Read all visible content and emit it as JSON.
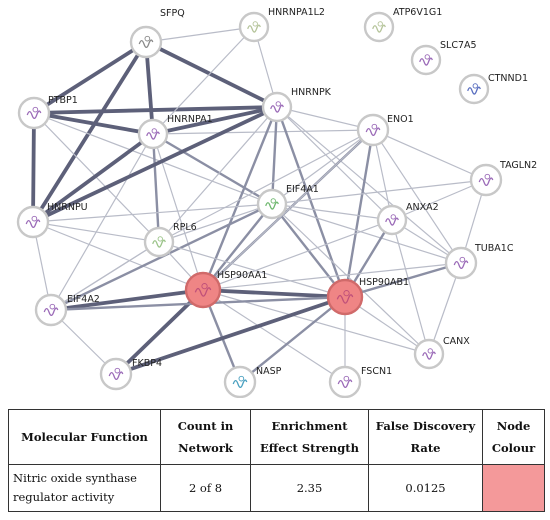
{
  "network": {
    "nodes": [
      {
        "id": "SFPQ",
        "label": "SFPQ",
        "color": "#ffffff",
        "glyph": "#8a8a8a"
      },
      {
        "id": "HNRNPA1L2",
        "label": "HNRNPA1L2",
        "color": "#ffffff",
        "glyph": "#b5c49a"
      },
      {
        "id": "ATP6V1G1",
        "label": "ATP6V1G1",
        "color": "#ffffff",
        "glyph": "#b5c49a"
      },
      {
        "id": "SLC7A5",
        "label": "SLC7A5",
        "color": "#ffffff",
        "glyph": "#9b6bb8"
      },
      {
        "id": "CTNND1",
        "label": "CTNND1",
        "color": "#ffffff",
        "glyph": "#5a6fc0"
      },
      {
        "id": "PTBP1",
        "label": "PTBP1",
        "color": "#ffffff",
        "glyph": "#9b6bb8"
      },
      {
        "id": "HNRNPK",
        "label": "HNRNPK",
        "color": "#ffffff",
        "glyph": "#9b6bb8"
      },
      {
        "id": "HNRNPA1",
        "label": "HNRNPA1",
        "color": "#ffffff",
        "glyph": "#9b6bb8"
      },
      {
        "id": "ENO1",
        "label": "ENO1",
        "color": "#ffffff",
        "glyph": "#9b6bb8"
      },
      {
        "id": "TAGLN2",
        "label": "TAGLN2",
        "color": "#ffffff",
        "glyph": "#9b6bb8"
      },
      {
        "id": "EIF4A1",
        "label": "EIF4A1",
        "color": "#ffffff",
        "glyph": "#6fb86f"
      },
      {
        "id": "HNRNPU",
        "label": "HNRNPU",
        "color": "#ffffff",
        "glyph": "#9b6bb8"
      },
      {
        "id": "ANXA2",
        "label": "ANXA2",
        "color": "#ffffff",
        "glyph": "#9b6bb8"
      },
      {
        "id": "RPL6",
        "label": "RPL6",
        "color": "#ffffff",
        "glyph": "#9cc48a"
      },
      {
        "id": "TUBA1C",
        "label": "TUBA1C",
        "color": "#ffffff",
        "glyph": "#9b6bb8"
      },
      {
        "id": "HSP90AA1",
        "label": "HSP90AA1",
        "color": "#ef8585",
        "glyph": "#c0507a"
      },
      {
        "id": "HSP90AB1",
        "label": "HSP90AB1",
        "color": "#ef8585",
        "glyph": "#c0507a"
      },
      {
        "id": "EIF4A2",
        "label": "EIF4A2",
        "color": "#ffffff",
        "glyph": "#9b6bb8"
      },
      {
        "id": "CANX",
        "label": "CANX",
        "color": "#ffffff",
        "glyph": "#9b6bb8"
      },
      {
        "id": "FKBP4",
        "label": "FKBP4",
        "color": "#ffffff",
        "glyph": "#9b6bb8"
      },
      {
        "id": "NASP",
        "label": "NASP",
        "color": "#ffffff",
        "glyph": "#4aa0c0"
      },
      {
        "id": "FSCN1",
        "label": "FSCN1",
        "color": "#ffffff",
        "glyph": "#9b6bb8"
      }
    ],
    "edges": [
      [
        "SFPQ",
        "PTBP1",
        3
      ],
      [
        "SFPQ",
        "HNRNPU",
        3
      ],
      [
        "SFPQ",
        "HNRNPA1",
        3
      ],
      [
        "SFPQ",
        "HNRNPK",
        3
      ],
      [
        "SFPQ",
        "HNRNPA1L2",
        1
      ],
      [
        "PTBP1",
        "HNRNPU",
        3
      ],
      [
        "PTBP1",
        "HNRNPA1",
        3
      ],
      [
        "PTBP1",
        "HNRNPK",
        3
      ],
      [
        "PTBP1",
        "EIF4A1",
        1
      ],
      [
        "PTBP1",
        "RPL6",
        1
      ],
      [
        "HNRNPA1",
        "HNRNPK",
        3
      ],
      [
        "HNRNPA1",
        "HNRNPU",
        3
      ],
      [
        "HNRNPA1",
        "EIF4A1",
        2
      ],
      [
        "HNRNPA1",
        "RPL6",
        2
      ],
      [
        "HNRNPA1",
        "HSP90AA1",
        1
      ],
      [
        "HNRNPA1",
        "EIF4A2",
        1
      ],
      [
        "HNRNPA1",
        "HNRNPA1L2",
        1
      ],
      [
        "HNRNPA1",
        "ENO1",
        1
      ],
      [
        "HNRNPK",
        "HNRNPU",
        3
      ],
      [
        "HNRNPK",
        "EIF4A1",
        2
      ],
      [
        "HNRNPK",
        "HSP90AA1",
        2
      ],
      [
        "HNRNPK",
        "HSP90AB1",
        2
      ],
      [
        "HNRNPK",
        "ENO1",
        1
      ],
      [
        "HNRNPK",
        "RPL6",
        1
      ],
      [
        "HNRNPK",
        "ANXA2",
        1
      ],
      [
        "HNRNPK",
        "TUBA1C",
        1
      ],
      [
        "HNRNPK",
        "HNRNPA1L2",
        1
      ],
      [
        "HNRNPU",
        "EIF4A1",
        1
      ],
      [
        "HNRNPU",
        "RPL6",
        1
      ],
      [
        "HNRNPU",
        "HSP90AA1",
        1
      ],
      [
        "HNRNPU",
        "EIF4A2",
        1
      ],
      [
        "ENO1",
        "TAGLN2",
        1
      ],
      [
        "ENO1",
        "ANXA2",
        1
      ],
      [
        "ENO1",
        "HSP90AA1",
        2
      ],
      [
        "ENO1",
        "HSP90AB1",
        2
      ],
      [
        "ENO1",
        "TUBA1C",
        1
      ],
      [
        "ENO1",
        "EIF4A1",
        1
      ],
      [
        "ENO1",
        "RPL6",
        1
      ],
      [
        "TAGLN2",
        "ANXA2",
        1
      ],
      [
        "TAGLN2",
        "TUBA1C",
        1
      ],
      [
        "TAGLN2",
        "EIF4A1",
        1
      ],
      [
        "EIF4A1",
        "RPL6",
        1
      ],
      [
        "EIF4A1",
        "HSP90AA1",
        2
      ],
      [
        "EIF4A1",
        "HSP90AB1",
        2
      ],
      [
        "EIF4A1",
        "EIF4A2",
        2
      ],
      [
        "EIF4A1",
        "ANXA2",
        1
      ],
      [
        "EIF4A1",
        "TUBA1C",
        1
      ],
      [
        "EIF4A1",
        "CANX",
        1
      ],
      [
        "RPL6",
        "HSP90AA1",
        1
      ],
      [
        "RPL6",
        "HSP90AB1",
        1
      ],
      [
        "RPL6",
        "EIF4A2",
        1
      ],
      [
        "ANXA2",
        "TUBA1C",
        1
      ],
      [
        "ANXA2",
        "HSP90AA1",
        1
      ],
      [
        "ANXA2",
        "HSP90AB1",
        2
      ],
      [
        "ANXA2",
        "CANX",
        1
      ],
      [
        "TUBA1C",
        "HSP90AA1",
        1
      ],
      [
        "TUBA1C",
        "HSP90AB1",
        2
      ],
      [
        "TUBA1C",
        "CANX",
        1
      ],
      [
        "HSP90AA1",
        "HSP90AB1",
        3
      ],
      [
        "HSP90AA1",
        "EIF4A2",
        3
      ],
      [
        "HSP90AA1",
        "FKBP4",
        3
      ],
      [
        "HSP90AA1",
        "NASP",
        2
      ],
      [
        "HSP90AA1",
        "FSCN1",
        1
      ],
      [
        "HSP90AA1",
        "CANX",
        1
      ],
      [
        "HSP90AA1",
        "ENO1",
        1
      ],
      [
        "HSP90AB1",
        "FKBP4",
        3
      ],
      [
        "HSP90AB1",
        "NASP",
        2
      ],
      [
        "HSP90AB1",
        "FSCN1",
        1
      ],
      [
        "HSP90AB1",
        "CANX",
        1
      ],
      [
        "HSP90AB1",
        "EIF4A2",
        2
      ],
      [
        "EIF4A2",
        "FKBP4",
        1
      ],
      [
        "EIF4A2",
        "RPL6",
        1
      ]
    ]
  },
  "table": {
    "headers": {
      "function": "Molecular Function",
      "count": "Count in Network",
      "strength": "Enrichment Effect Strength",
      "fdr": "False Discovery Rate",
      "colour": "Node Colour"
    },
    "row": {
      "function": "Nitric oxide synthase regulator activity",
      "count": "2 of 8",
      "strength": "2.35",
      "fdr": "0.0125",
      "colour": "#f4999a"
    }
  }
}
